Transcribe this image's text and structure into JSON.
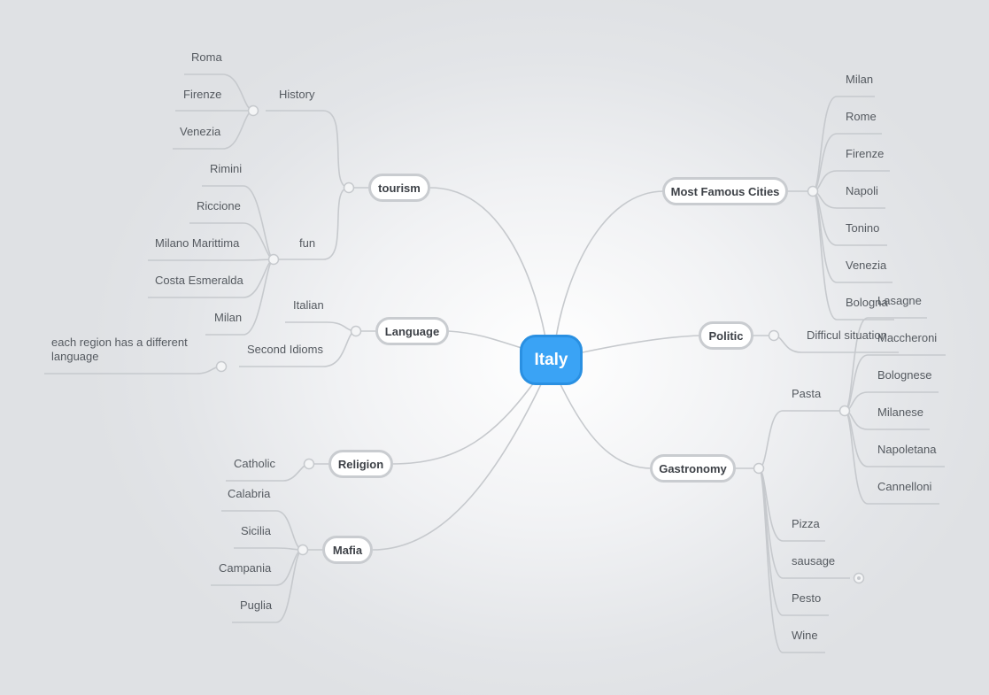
{
  "central": "Italy",
  "tourism": {
    "label": "tourism",
    "history": {
      "label": "History",
      "items": [
        "Roma",
        "Firenze",
        "Venezia"
      ]
    },
    "fun": {
      "label": "fun",
      "items": [
        "Rimini",
        "Riccione",
        "Milano Marittima",
        "Costa Esmeralda",
        "Milan"
      ]
    }
  },
  "language": {
    "label": "Language",
    "italian": "Italian",
    "second_idioms": {
      "label": "Second Idioms",
      "note": "each region has a different language"
    }
  },
  "religion": {
    "label": "Religion",
    "items": [
      "Catholic"
    ]
  },
  "mafia": {
    "label": "Mafia",
    "items": [
      "Calabria",
      "Sicilia",
      "Campania",
      "Puglia"
    ]
  },
  "cities": {
    "label": "Most Famous Cities",
    "items": [
      "Milan",
      "Rome",
      "Firenze",
      "Napoli",
      "Tonino",
      "Venezia",
      "Bologna"
    ]
  },
  "politic": {
    "label": "Politic",
    "items": [
      "Difficul situation"
    ]
  },
  "gastronomy": {
    "label": "Gastronomy",
    "pasta": {
      "label": "Pasta",
      "items": [
        "Lasagne",
        "Maccheroni",
        "Bolognese",
        "Milanese",
        "Napoletana",
        "Cannelloni"
      ]
    },
    "items": [
      "Pizza",
      "sausage",
      "Pesto",
      "Wine"
    ]
  },
  "colors": {
    "central_fill": "#3aa3f5",
    "central_border": "#2a90e2",
    "branch_line": "#c6c9cd",
    "node_border": "#c9ccd0"
  }
}
